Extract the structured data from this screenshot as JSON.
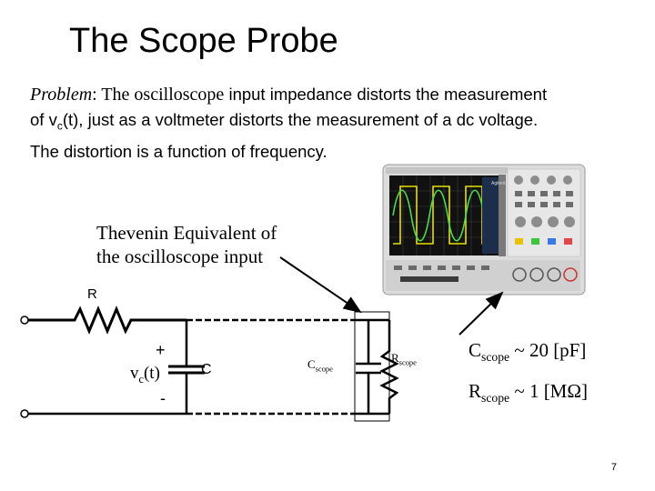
{
  "slide": {
    "title": "The Scope Probe",
    "problem_label": "Problem",
    "problem_colon": ":",
    "problem_lead": " The oscilloscope",
    "problem_line1_rest": " input impedance distorts the measurement",
    "problem_line2_a": "of  v",
    "problem_line2_sub": "c",
    "problem_line2_b": "(t), just as a voltmeter distorts the measurement of a dc voltage.",
    "problem_line3": "The distortion is a function of frequency.",
    "thevenin_line1": "Thevenin Equivalent of",
    "thevenin_line2": "the oscilloscope input",
    "page_number": "7"
  },
  "circuit": {
    "r_label": "R",
    "plus_label": "+",
    "vc_label": "v",
    "vc_sub": "c",
    "vc_rest": "(t)",
    "minus_label": "-",
    "c_label": "C",
    "cscope_label": "C",
    "cscope_sub": "scope",
    "rscope_label": "R",
    "rscope_sub": "scope"
  },
  "specs": {
    "cscope_name": "C",
    "cscope_sub": "scope",
    "cscope_value": " ~ 20 [pF]",
    "rscope_name": "R",
    "rscope_sub": "scope",
    "rscope_value": " ~ 1 [MΩ]"
  },
  "oscilloscope": {
    "brand": "Agilent"
  }
}
